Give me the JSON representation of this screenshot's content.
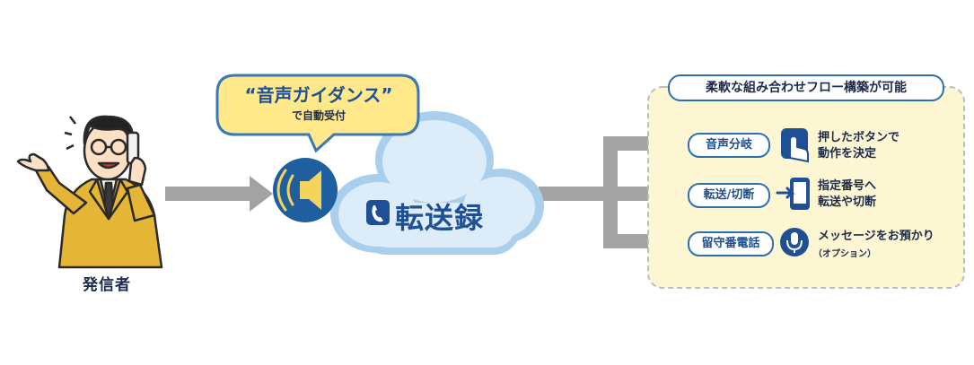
{
  "caller_label": "発信者",
  "speech_bubble": {
    "title": "“音声ガイダンス”",
    "subtitle": "で自動受付"
  },
  "cloud": {
    "brand": "転送録"
  },
  "options_panel": {
    "title": "柔軟な組み合わせフロー構築が可能",
    "rows": [
      {
        "tag": "音声分岐",
        "icon": "tap-finger-icon",
        "line1": "押したボタンで",
        "line2": "動作を決定"
      },
      {
        "tag": "転送/切断",
        "icon": "phone-transfer-icon",
        "line1": "指定番号へ",
        "line2": "転送や切断"
      },
      {
        "tag": "留守番電話",
        "icon": "microphone-icon",
        "line1": "メッセージをお預かり",
        "line2": "（オプション）"
      }
    ]
  },
  "colors": {
    "arrow": "#a3a3a3",
    "bubble_fill": "#ffe98a",
    "bubble_border": "#3a78b8",
    "cloud_fill": "#cfe6f7",
    "cloud_border": "#a9cfec",
    "brand_blue": "#1f4f94",
    "panel_fill": "#fdf6d2",
    "panel_border": "#bdbdbd"
  }
}
